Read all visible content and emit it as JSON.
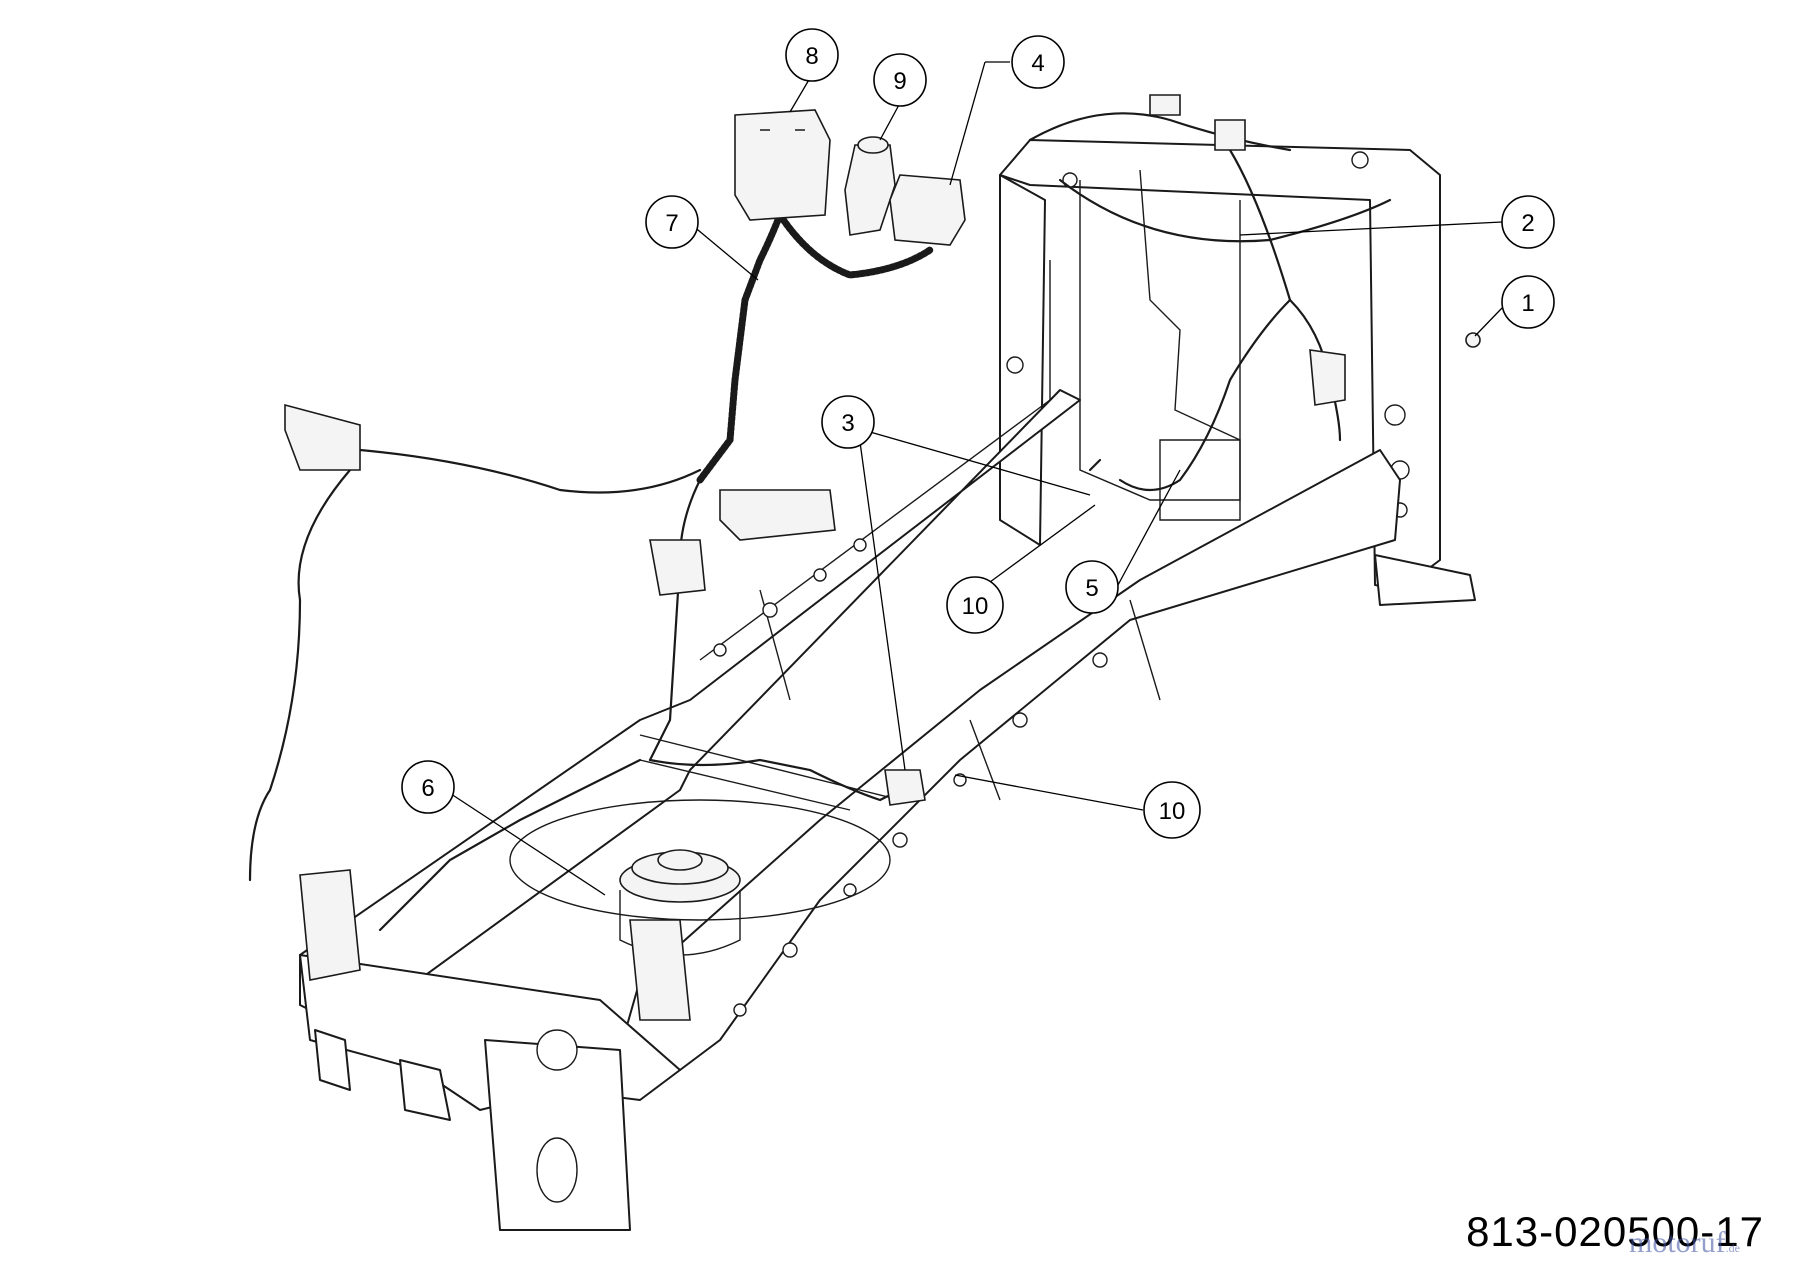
{
  "drawing_number": "813-020500-17",
  "watermark": {
    "text": "motoruf",
    "tld": ".de"
  },
  "callouts": [
    {
      "id": "c1",
      "label": "1"
    },
    {
      "id": "c2",
      "label": "2"
    },
    {
      "id": "c3",
      "label": "3"
    },
    {
      "id": "c4",
      "label": "4"
    },
    {
      "id": "c5",
      "label": "5"
    },
    {
      "id": "c6",
      "label": "6"
    },
    {
      "id": "c7",
      "label": "7"
    },
    {
      "id": "c8",
      "label": "8"
    },
    {
      "id": "c9",
      "label": "9"
    },
    {
      "id": "c10a",
      "label": "10"
    },
    {
      "id": "c10b",
      "label": "10"
    }
  ]
}
